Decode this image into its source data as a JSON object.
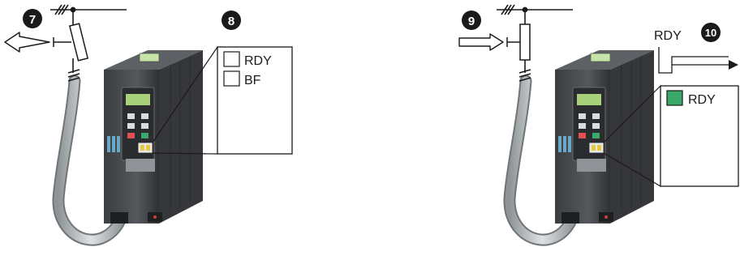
{
  "left_panel": {
    "step_power_off": "7",
    "step_led_status": "8",
    "led_rdy_label": "RDY",
    "led_bf_label": "BF",
    "led_rdy_state": "off",
    "led_bf_state": "off"
  },
  "right_panel": {
    "step_power_on": "9",
    "step_ready_signal": "10",
    "signal_label": "RDY",
    "led_rdy_label": "RDY",
    "led_rdy_state": "on",
    "led_on_color": "#3aa868"
  },
  "colors": {
    "device_body": "#4a4c4f",
    "device_dark": "#2e3033",
    "cable": "#b8bcbf",
    "badge": "#1a1a1a",
    "line": "#1a1a1a"
  }
}
